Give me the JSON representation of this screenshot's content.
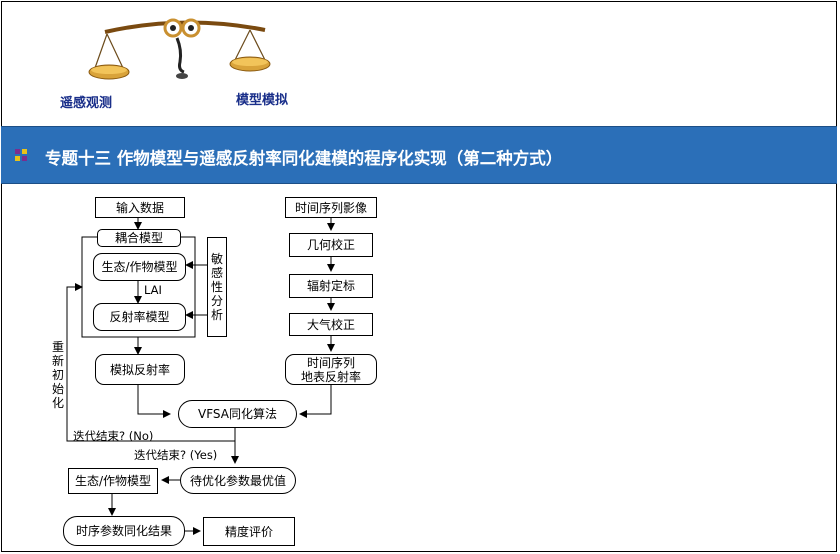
{
  "header": {
    "left_label": "遥感观测",
    "right_label": "模型模拟"
  },
  "banner": {
    "title": "专题十三  作物模型与遥感反射率同化建模的程序化实现（第二种方式）",
    "accent": "#2b6fb8"
  },
  "flow": {
    "input_data": "输入数据",
    "coupled_model": "耦合模型",
    "eco_crop_model": "生态/作物模型",
    "lai": "LAI",
    "reflectance_model": "反射率模型",
    "sensitivity": "敏感性分析",
    "simulated_reflectance": "模拟反射率",
    "time_series_image": "时间序列影像",
    "geometric_correction": "几何校正",
    "radiometric_calibration": "辐射定标",
    "atmospheric_correction": "大气校正",
    "ts_surface_reflectance_1": "时间序列",
    "ts_surface_reflectance_2": "地表反射率",
    "vfsa": "VFSA同化算法",
    "reinit": "重新初始化",
    "iter_no": "迭代结束? (No)",
    "iter_yes": "迭代结束? (Yes)",
    "eco_crop_model_2": "生态/作物模型",
    "optimal_params": "待优化参数最优值",
    "ts_assim_result": "时序参数同化结果",
    "accuracy": "精度评价"
  }
}
